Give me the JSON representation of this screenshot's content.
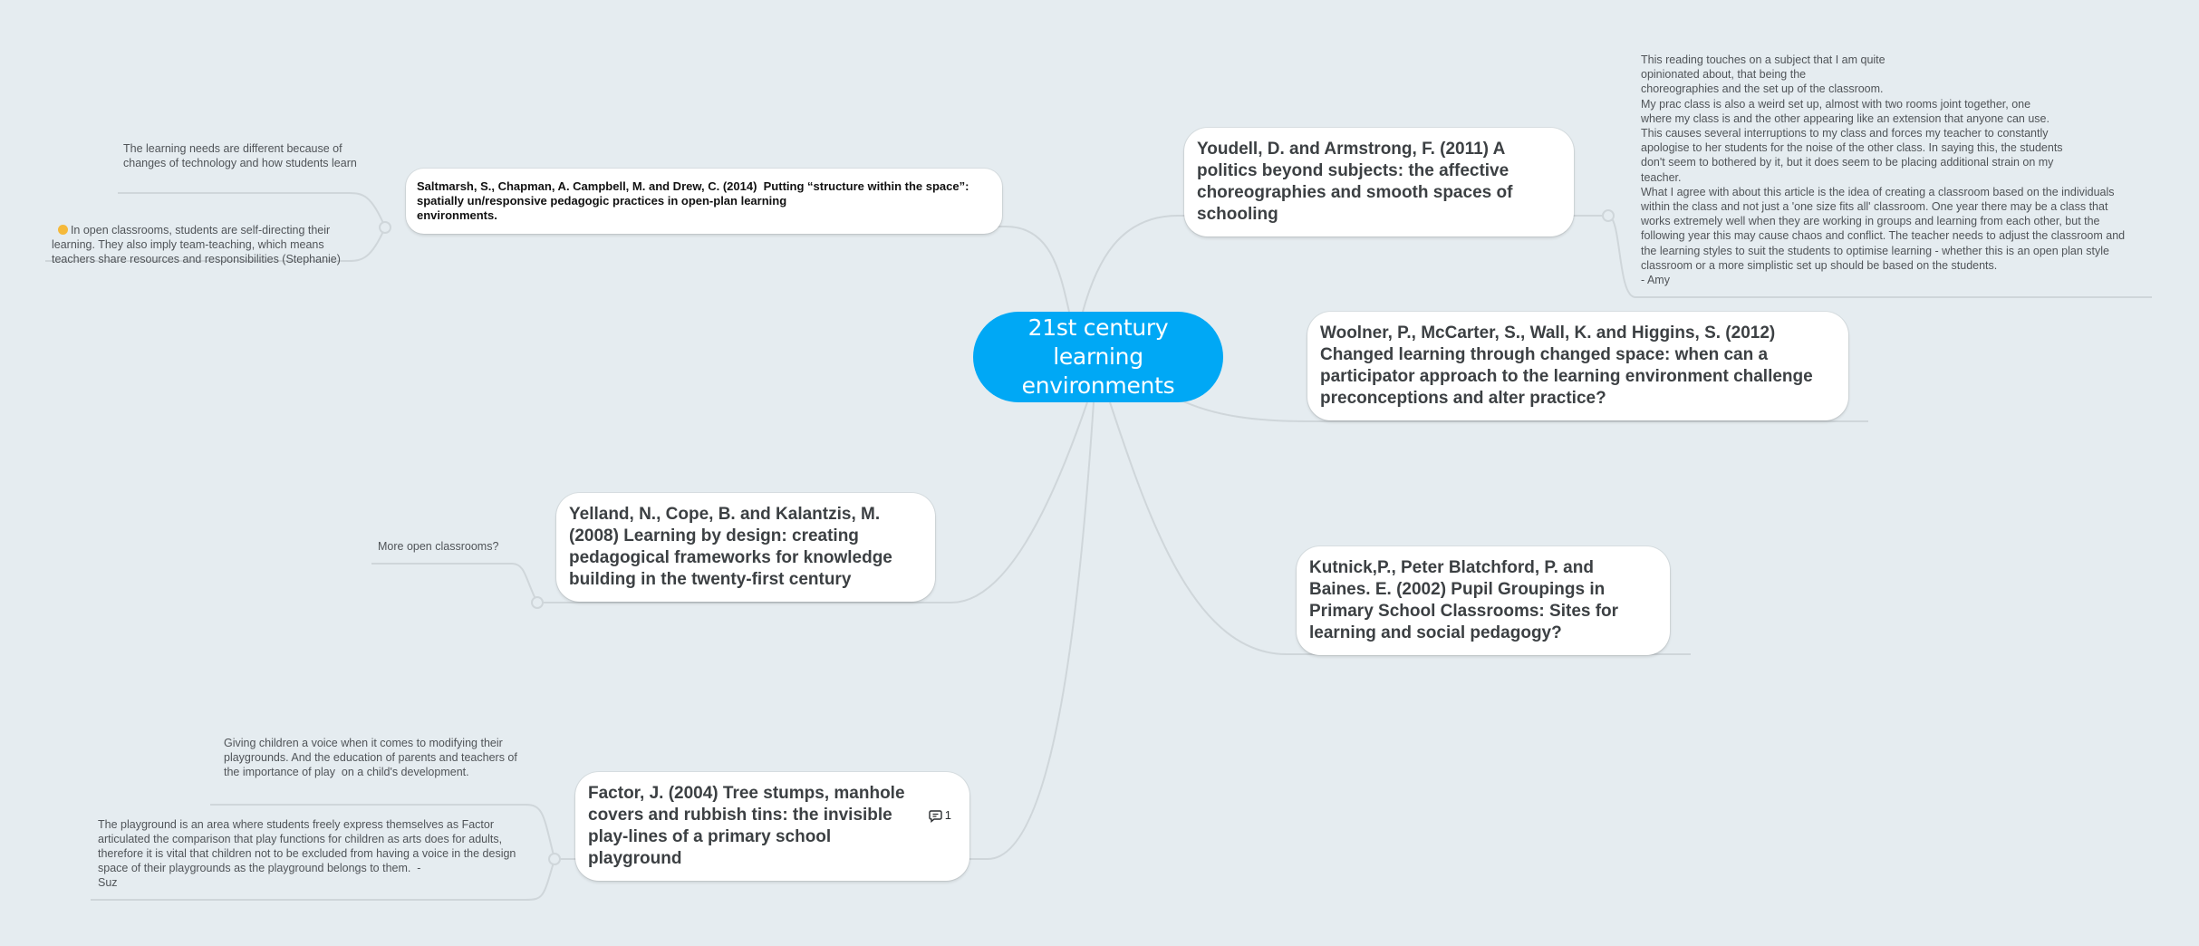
{
  "root": {
    "label": "21st century learning environments",
    "color": "#00a8f5"
  },
  "topics": [
    {
      "id": "saltmarsh",
      "label": "Saltmarsh, S., Chapman, A. Campbell, M. and Drew, C. (2014)  Putting “structure within the space”: spatially un/responsive pedagogic practices in open-plan learning\nenvironments.",
      "side": "left",
      "notes": [
        {
          "text": "The learning needs are different because of changes of technology and how students learn"
        },
        {
          "emoji": "slightly-smiling-face",
          "text": "In open classrooms, students are self-directing their learning. They also imply team-teaching, which means teachers share resources and responsibilities (Stephanie)"
        }
      ]
    },
    {
      "id": "youdell",
      "label": "Youdell, D. and Armstrong, F. (2011)  A politics beyond subjects: the affective choreographies and smooth spaces of schooling",
      "side": "right",
      "notes": [
        {
          "text": "This reading touches on a subject that I am quite\nopinionated about, that being the\nchoreographies and the set up of the classroom.\nMy prac class is also a weird set up, almost with two rooms joint together, one\nwhere my class is and the other appearing like an extension that anyone can use.\nThis causes several interruptions to my class and forces my teacher to constantly\napologise to her students for the noise of the other class. In saying this, the students\ndon't seem to bothered by it, but it does seem to be placing additional strain on my\nteacher.\nWhat I agree with about this article is the idea of creating a classroom based on the individuals\nwithin the class and not just a 'one size fits all' classroom. One year there may be a class that\nworks extremely well when they are working in groups and learning from each other, but the\nfollowing year this may cause chaos and conflict. The teacher needs to adjust the classroom and\nthe learning styles to suit the students to optimise learning - whether this is an open plan style\nclassroom or a more simplistic set up should be based on the students.\n- Amy"
        }
      ]
    },
    {
      "id": "woolner",
      "label": "Woolner, P., McCarter, S., Wall, K. and Higgins, S. (2012)  Changed learning through changed space: when can a  participator approach to the learning environment challenge  preconceptions and alter practice?",
      "side": "right",
      "notes": []
    },
    {
      "id": "yelland",
      "label": "Yelland, N., Cope, B. and Kalantzis, M. (2008)  Learning by design: creating pedagogical frameworks for knowledge  building in the twenty-first century",
      "side": "left",
      "notes": [
        {
          "text": "More open classrooms?"
        }
      ]
    },
    {
      "id": "kutnick",
      "label": "Kutnick,P., Peter Blatchford, P. and Baines. E. (2002) Pupil Groupings in Primary School Classrooms: Sites for learning and social pedagogy?",
      "side": "right",
      "notes": []
    },
    {
      "id": "factor",
      "label": "Factor, J. (2004)  Tree stumps, manhole covers and rubbish tins: the invisible play-lines of a primary school playground",
      "side": "left",
      "comment_icon": "comment-icon",
      "comment_count": "1",
      "notes": [
        {
          "text": "Giving children a voice when it comes to modifying their playgrounds. And the education of parents and teachers of the importance of play  on a child's development."
        },
        {
          "text": "The playground is an area where students freely express themselves as Factor articulated the comparison that play functions for children as arts does for adults, therefore it is vital that children not to be excluded from having a voice in the design space of their playgrounds as the playground belongs to them.  -\nSuz"
        }
      ]
    }
  ],
  "colors": {
    "background": "#e5ecf0",
    "connector": "#cfd6da",
    "topic_text": "#3c4043",
    "note_text": "#505458"
  }
}
